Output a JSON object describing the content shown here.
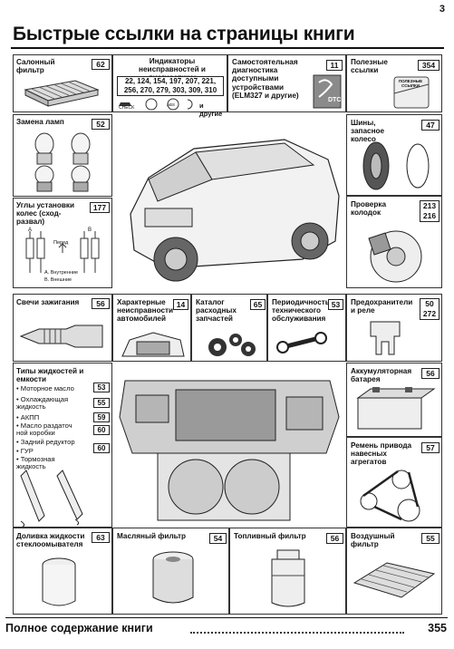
{
  "page_number": "3",
  "title": "Быстрые ссылки на страницы книги",
  "sections": {
    "cabin_filter": {
      "label": "Салонный фильтр",
      "page": "62"
    },
    "indicators": {
      "label": "Индикаторы неисправностей и диагностика:",
      "pages_line1": "22, 124, 154, 197, 207, 221,",
      "pages_line2": "256, 270, 279, 303, 309, 310",
      "icon_check": "CHECK",
      "icon_abs": "ABS",
      "others": "и другие"
    },
    "self_diag": {
      "label": "Самостоятельная диагностика доступными устройствами (ELM327 и другие)",
      "page": "11",
      "logo": "DTC"
    },
    "useful_links": {
      "label": "Полезные ссылки",
      "page": "354",
      "badge": "ПОЛЕЗНЫЕ ССЫЛКИ"
    },
    "lamps": {
      "label": "Замена ламп",
      "page": "52"
    },
    "tires": {
      "label": "Шины, запасное колесо",
      "page": "47"
    },
    "alignment": {
      "label": "Углы установки колес (сход-развал)",
      "page": "177",
      "front": "Перед",
      "inner": "A. Внутренние",
      "outer": "B. Внешние",
      "mark_a": "A",
      "mark_b": "B"
    },
    "pads": {
      "label": "Проверка колодок",
      "page_1": "213",
      "page_2": "216"
    },
    "plugs": {
      "label": "Свечи зажигания",
      "page": "56"
    },
    "car_faults": {
      "label": "Характерные неисправности автомобилей",
      "page": "14"
    },
    "catalog": {
      "label": "Каталог расходных запчастей",
      "page": "65"
    },
    "maintenance": {
      "label": "Периодичность технического обслуживания",
      "page": "53"
    },
    "fuses": {
      "label": "Предохранители и реле",
      "page_1": "50",
      "page_2": "272"
    },
    "fluids": {
      "label": "Типы жидкостей и емкости",
      "items": [
        {
          "text": "Моторное масло",
          "page": "53"
        },
        {
          "text": "Охлаждающая жидкость",
          "page": "55"
        },
        {
          "text": "АКПП",
          "page": "59"
        },
        {
          "text": "Масло раздаточ ной коробки",
          "page": "60"
        },
        {
          "text": "Задний редуктор",
          "page": ""
        },
        {
          "text": "ГУР",
          "page": "60"
        },
        {
          "text": "Тормозная жидкость",
          "page": ""
        }
      ]
    },
    "battery": {
      "label": "Аккумуляторная батарея",
      "page": "56"
    },
    "belt": {
      "label": "Ремень привода навесных агрегатов",
      "page": "57"
    },
    "washer": {
      "label": "Доливка жидкости стеклоомывателя",
      "page": "63"
    },
    "oil_filter": {
      "label": "Масляный фильтр",
      "page": "54"
    },
    "fuel_filter": {
      "label": "Топливный фильтр",
      "page": "56"
    },
    "air_filter": {
      "label": "Воздушный фильтр",
      "page": "55"
    }
  },
  "footer": {
    "label": "Полное содержание книги",
    "page": "355"
  }
}
